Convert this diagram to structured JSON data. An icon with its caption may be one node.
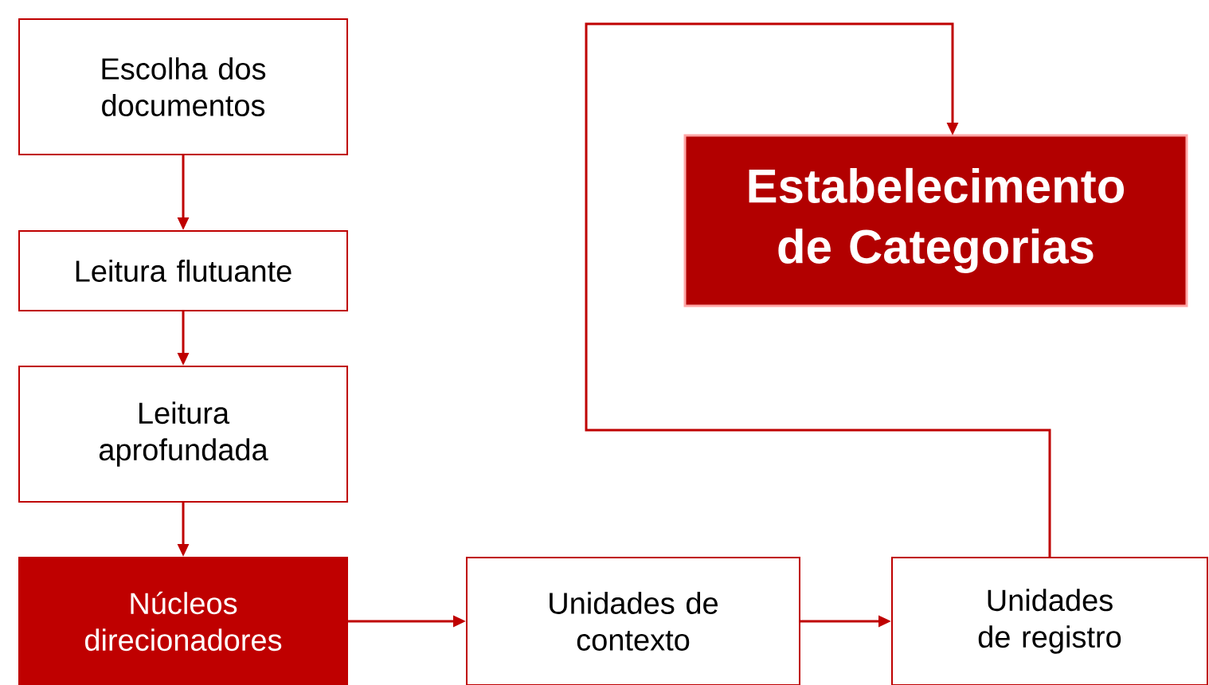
{
  "diagram": {
    "nodes": [
      {
        "text": [
          "Escolha dos documentos"
        ]
      },
      {
        "text": [
          "Leitura flutuante"
        ]
      },
      {
        "text": [
          "Leitura aprofundada"
        ]
      },
      {
        "text": [
          "Núcleos direcionadores"
        ]
      },
      {
        "text": [
          "Unidades de contexto"
        ]
      },
      {
        "text": [
          "Unidades de registro"
        ]
      },
      {
        "text": [
          "Estabelecimento de Categorias"
        ]
      }
    ],
    "edges": [
      {
        "from": 0,
        "to": 1,
        "arrow": "to"
      },
      {
        "from": 1,
        "to": 2,
        "arrow": "to"
      },
      {
        "from": 2,
        "to": 3,
        "arrow": "to"
      },
      {
        "from": 3,
        "to": 4,
        "arrow": "to"
      },
      {
        "from": 4,
        "to": 5,
        "arrow": "to"
      },
      {
        "from": 5,
        "to": 6,
        "arrow": "to"
      }
    ]
  }
}
